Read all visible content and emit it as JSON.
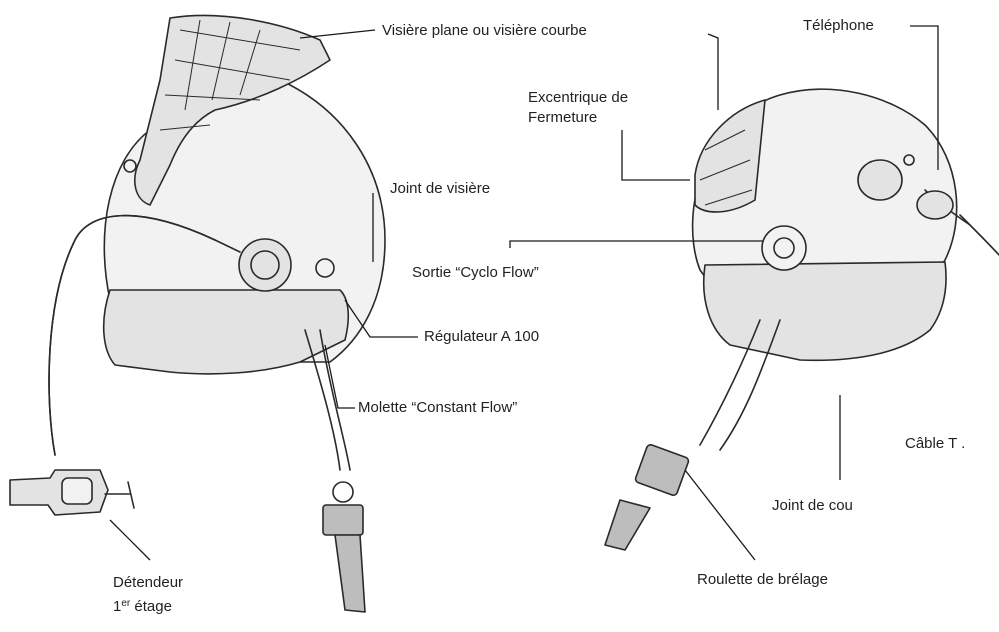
{
  "labels": {
    "visor": "Visière plane ou visière courbe",
    "telephone": "Téléphone",
    "cam_line1": "Excentrique de",
    "cam_line2": "Fermeture",
    "visor_seal": "Joint de visière",
    "cyclo_flow": "Sortie “Cyclo Flow”",
    "regulator": "Régulateur A 100",
    "constant_flow": "Molette “Constant Flow”",
    "cable": "Câble T .",
    "neck_seal": "Joint de cou",
    "first_stage_line1": "Détendeur",
    "first_stage_line2_base": "1",
    "first_stage_line2_sup": "er",
    "first_stage_line2_rest": " étage",
    "harness_wheel": "Roulette de brélage"
  }
}
